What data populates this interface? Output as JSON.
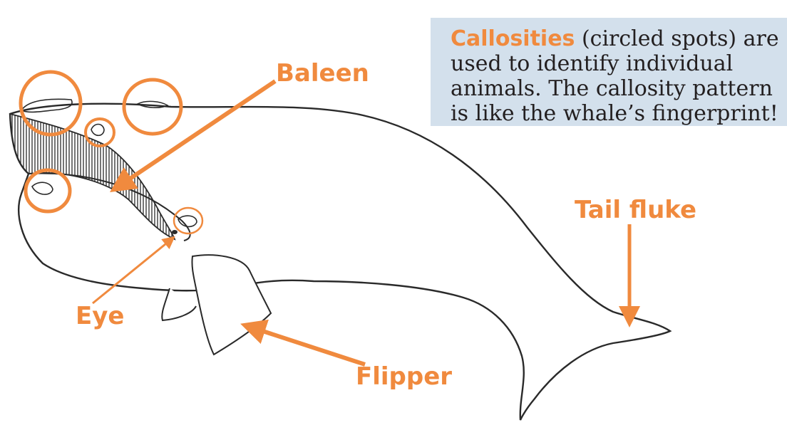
{
  "colors": {
    "accent": "#f08a3e",
    "outline": "#2a2a2a",
    "callout_bg": "#d3e0ec",
    "text": "#231f20"
  },
  "labels": {
    "baleen": "Baleen",
    "tail_fluke": "Tail fluke",
    "eye": "Eye",
    "flipper": "Flipper"
  },
  "callout": {
    "highlight": "Callosities",
    "line1_rest": " (circled spots) are",
    "line2": "used to identify individual",
    "line3": "animals. The callosity pattern",
    "line4": "is like the whale’s fingerprint!"
  }
}
